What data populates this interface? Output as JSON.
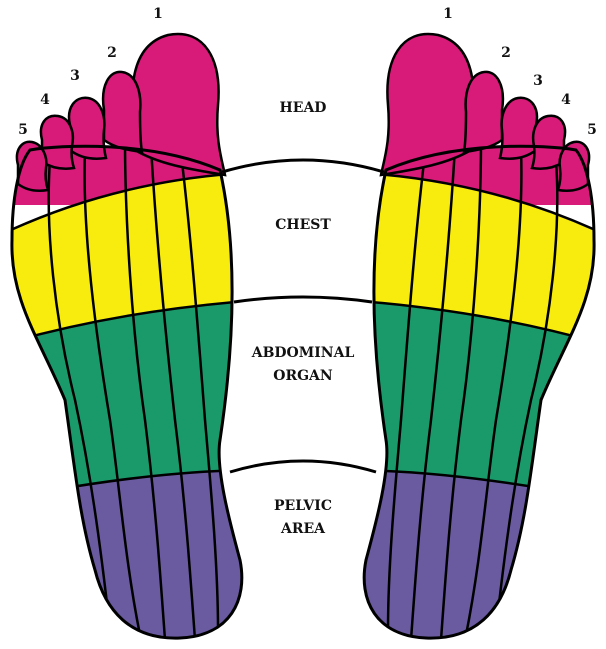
{
  "zones": [
    {
      "label": "HEAD",
      "color": "#d81b78"
    },
    {
      "label": "CHEST",
      "color": "#f7ec0e"
    },
    {
      "label": "ABDOMINAL\nORGAN",
      "color": "#1a9a6b"
    },
    {
      "label": "PELVIC\nAREA",
      "color": "#6a5aa0"
    }
  ],
  "zone_lines": [
    {
      "line1": "HEAD",
      "line2": ""
    },
    {
      "line1": "CHEST",
      "line2": ""
    },
    {
      "line1": "ABDOMINAL",
      "line2": "ORGAN"
    },
    {
      "line1": "PELVIC",
      "line2": "AREA"
    }
  ],
  "toe_numbers": [
    "1",
    "2",
    "3",
    "4",
    "5"
  ],
  "outline_color": "#000000"
}
